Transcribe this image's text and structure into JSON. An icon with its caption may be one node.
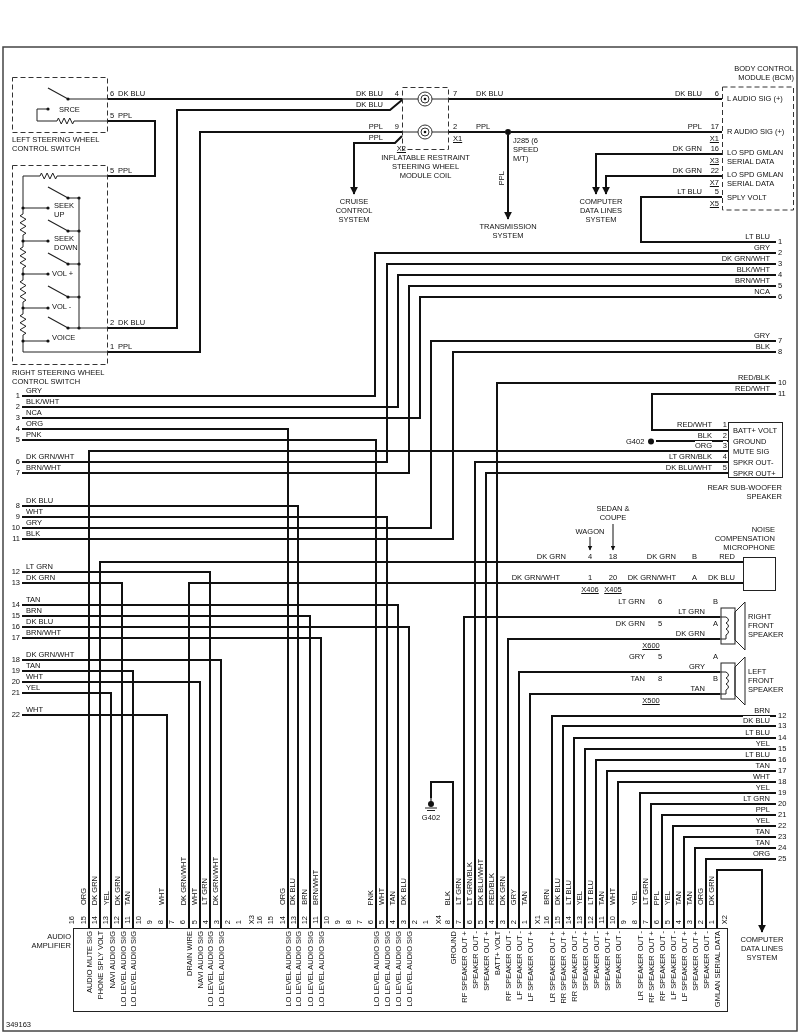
{
  "diagram": {
    "nodes": [
      {
        "text": [
          "SRCE",
          "LEFT STEERING WHEEL CONTROL SWITCH"
        ]
      },
      {
        "text": [
          "SEEK UP",
          "SEEK DOWN",
          "VOL +",
          "VOL -",
          "VOICE",
          "RIGHT STEERING WHEEL CONTROL SWITCH"
        ]
      },
      {
        "text": [
          "INFLATABLE RESTRAINT STEERING WHEEL MODULE COIL"
        ]
      },
      {
        "text": [
          "CRUISE CONTROL SYSTEM"
        ]
      },
      {
        "text": [
          "J285 (6 SPEED M/T)"
        ]
      },
      {
        "text": [
          "TRANSMISSION SYSTEM"
        ]
      },
      {
        "text": [
          "BODY CONTROL MODULE (BCM)",
          "L AUDIO SIG (+)",
          "R AUDIO SIG (+)",
          "LO SPD GMLAN SERIAL DATA",
          "LO SPD GMLAN SERIAL DATA",
          "SPLY VOLT"
        ]
      },
      {
        "text": [
          "COMPUTER DATA LINES SYSTEM"
        ]
      },
      {
        "text": [
          "BATT+ VOLT",
          "GROUND",
          "MUTE SIG",
          "SPKR OUT-",
          "SPKR OUT+",
          "REAR SUB-WOOFER SPEAKER"
        ]
      },
      {
        "text": [
          "G402"
        ]
      },
      {
        "text": [
          "NOISE COMPENSATION MICROPHONE"
        ]
      },
      {
        "text": [
          "RIGHT FRONT SPEAKER"
        ]
      },
      {
        "text": [
          "LEFT FRONT SPEAKER"
        ]
      },
      {
        "text": [
          "G402"
        ]
      },
      {
        "text": [
          "AUDIO AMPLIFIER",
          "AUDIO MUTE SIG",
          "PHONE SPLY VOLT",
          "NAVI AUDIO SIG",
          "LO LEVEL AUDIO SIG",
          "LO LEVEL AUDIO SIG",
          "DRAIN WIRE",
          "NAVI AUDIO SIG",
          "LO LEVEL AUDIO SIG",
          "LO LEVEL AUDIO SIG",
          "LO LEVEL AUDIO SIG",
          "LO LEVEL AUDIO SIG",
          "LO LEVEL AUDIO SIG",
          "LO LEVEL AUDIO SIG",
          "LO LEVEL AUDIO SIG",
          "LO LEVEL AUDIO SIG",
          "LO LEVEL AUDIO SIG",
          "LO LEVEL AUDIO SIG",
          "GROUND",
          "RF SPEAKER OUT +",
          "SPEAKER OUT -",
          "SPEAKER OUT +",
          "BATT+ VOLT",
          "RF SPEAKER OUT -",
          "LF SPEAKER OUT -",
          "LF SPEAKER OUT +",
          "LR SPEAKER OUT +",
          "RR SPEAKER OUT +",
          "RR SPEAKER OUT -",
          "SPEAKER OUT +",
          "SPEAKER OUT -",
          "SPEAKER OUT +",
          "SPEAKER OUT -",
          "LR SPEAKER OUT -",
          "RF SPEAKER OUT +",
          "RF SPEAKER OUT -",
          "LF SPEAKER OUT -",
          "LF SPEAKER OUT +",
          "SPEAKER OUT +",
          "SPEAKER OUT -",
          "GMLAN SERIAL DATA"
        ],
        "beside": [
          "16",
          "15",
          "14",
          "13",
          "12",
          "11",
          "10",
          "9",
          "8",
          "7",
          "6",
          "5",
          "4",
          "3",
          "2",
          "1",
          "X3",
          "16",
          "15",
          "14",
          "13",
          "12",
          "11",
          "10",
          "9",
          "8",
          "7",
          "6",
          "5",
          "4",
          "3",
          "2",
          "1",
          "X4",
          "8",
          "7",
          "6",
          "5",
          "4",
          "3",
          "2",
          "1",
          "X1",
          "16",
          "15",
          "14",
          "13",
          "12",
          "11",
          "10",
          "9",
          "8",
          "7",
          "6",
          "5",
          "4",
          "3",
          "2",
          "1",
          "X2"
        ]
      },
      {
        "text": [
          "COMPUTER DATA LINES SYSTEM"
        ]
      },
      {
        "text": [
          "1"
        ]
      },
      {
        "text": [
          "2"
        ]
      },
      {
        "text": [
          "3"
        ]
      },
      {
        "text": [
          "4"
        ]
      },
      {
        "text": [
          "5"
        ]
      },
      {
        "text": [
          "6"
        ]
      },
      {
        "text": [
          "7"
        ]
      },
      {
        "text": [
          "8"
        ]
      },
      {
        "text": [
          "9"
        ]
      },
      {
        "text": [
          "10"
        ]
      },
      {
        "text": [
          "11"
        ]
      },
      {
        "text": [
          "12"
        ]
      },
      {
        "text": [
          "13"
        ]
      },
      {
        "text": [
          "14"
        ]
      },
      {
        "text": [
          "15"
        ]
      },
      {
        "text": [
          "16"
        ]
      },
      {
        "text": [
          "17"
        ]
      },
      {
        "text": [
          "18"
        ]
      },
      {
        "text": [
          "19"
        ]
      },
      {
        "text": [
          "20"
        ]
      },
      {
        "text": [
          "21"
        ]
      },
      {
        "text": [
          "22"
        ]
      },
      {
        "text": [
          "1"
        ]
      },
      {
        "text": [
          "2"
        ]
      },
      {
        "text": [
          "3"
        ]
      },
      {
        "text": [
          "4"
        ]
      },
      {
        "text": [
          "5"
        ]
      },
      {
        "text": [
          "6"
        ]
      },
      {
        "text": [
          "7"
        ]
      },
      {
        "text": [
          "8"
        ]
      },
      {
        "text": [
          "10"
        ]
      },
      {
        "text": [
          "11"
        ]
      },
      {
        "text": [
          "12"
        ]
      },
      {
        "text": [
          "13"
        ]
      },
      {
        "text": [
          "14"
        ]
      },
      {
        "text": [
          "15"
        ]
      },
      {
        "text": [
          "16"
        ]
      },
      {
        "text": [
          "17"
        ]
      },
      {
        "text": [
          "18"
        ]
      },
      {
        "text": [
          "19"
        ]
      },
      {
        "text": [
          "20"
        ]
      },
      {
        "text": [
          "21"
        ]
      },
      {
        "text": [
          "22"
        ]
      },
      {
        "text": [
          "23"
        ]
      },
      {
        "text": [
          "24"
        ]
      },
      {
        "text": [
          "25"
        ]
      }
    ],
    "edges": [
      {
        "from": 0,
        "to": 1,
        "arrow": "none",
        "label": "PPL"
      },
      {
        "from": 0,
        "to": 2,
        "arrow": "none",
        "label": "DK BLU"
      },
      {
        "from": 1,
        "to": 2,
        "arrow": "none",
        "label": "DK BLU"
      },
      {
        "from": 1,
        "to": 2,
        "arrow": "none",
        "label": "PPL"
      },
      {
        "from": 2,
        "to": 3,
        "arrow": "to",
        "label": "PPL"
      },
      {
        "from": 2,
        "to": 6,
        "arrow": "none",
        "label": "DK BLU"
      },
      {
        "from": 2,
        "to": 4,
        "arrow": "none",
        "label": "PPL"
      },
      {
        "from": 4,
        "to": 6,
        "arrow": "none",
        "label": "PPL"
      },
      {
        "from": 4,
        "to": 5,
        "arrow": "to",
        "label": "PPL"
      },
      {
        "from": 6,
        "to": 7,
        "arrow": "to",
        "label": "DK GRN"
      },
      {
        "from": 6,
        "to": 7,
        "arrow": "to",
        "label": "DK GRN"
      },
      {
        "from": 6,
        "to": 38,
        "arrow": "none",
        "label": "LT BLU"
      },
      {
        "from": 8,
        "to": 47,
        "arrow": "none",
        "label": "RED/WHT"
      },
      {
        "from": 8,
        "to": 9,
        "arrow": "none",
        "label": "BLK"
      },
      {
        "from": 8,
        "to": 14,
        "arrow": "none",
        "label": "ORG"
      },
      {
        "from": 8,
        "to": 14,
        "arrow": "none",
        "label": "LT GRN/BLK"
      },
      {
        "from": 8,
        "to": 14,
        "arrow": "none",
        "label": "DK BLU/WHT"
      },
      {
        "from": 10,
        "to": 14,
        "arrow": "none",
        "label": "RED"
      },
      {
        "from": 10,
        "to": 14,
        "arrow": "none",
        "label": "DK BLU"
      },
      {
        "from": 11,
        "to": 14,
        "arrow": "none",
        "label": "LT GRN"
      },
      {
        "from": 11,
        "to": 14,
        "arrow": "none",
        "label": "DK GRN"
      },
      {
        "from": 12,
        "to": 14,
        "arrow": "none",
        "label": "GRY"
      },
      {
        "from": 12,
        "to": 14,
        "arrow": "none",
        "label": "TAN"
      },
      {
        "from": 14,
        "to": 13,
        "arrow": "none"
      },
      {
        "from": 14,
        "to": 15,
        "arrow": "to"
      },
      {
        "from": 16,
        "to": 39,
        "arrow": "none",
        "label": "GRY"
      },
      {
        "from": 17,
        "to": 41,
        "arrow": "none",
        "label": "BLK/WHT"
      },
      {
        "from": 18,
        "to": 43,
        "arrow": "none",
        "label": "NCA"
      },
      {
        "from": 21,
        "to": 40,
        "arrow": "none",
        "label": "DK GRN/WHT"
      },
      {
        "from": 22,
        "to": 42,
        "arrow": "none",
        "label": "BRN/WHT"
      },
      {
        "from": 25,
        "to": 44,
        "arrow": "none",
        "label": "GRY"
      },
      {
        "from": 26,
        "to": 45,
        "arrow": "none",
        "label": "BLK"
      },
      {
        "from": 19,
        "to": 14,
        "arrow": "none",
        "label": "ORG"
      },
      {
        "from": 20,
        "to": 14,
        "arrow": "none",
        "label": "PNK"
      },
      {
        "from": 23,
        "to": 14,
        "arrow": "none",
        "label": "DK BLU"
      },
      {
        "from": 24,
        "to": 14,
        "arrow": "none",
        "label": "WHT"
      },
      {
        "from": 27,
        "to": 14,
        "arrow": "none",
        "label": "LT GRN"
      },
      {
        "from": 28,
        "to": 14,
        "arrow": "none",
        "label": "DK GRN"
      },
      {
        "from": 29,
        "to": 14,
        "arrow": "none",
        "label": "TAN"
      },
      {
        "from": 30,
        "to": 14,
        "arrow": "none",
        "label": "BRN"
      },
      {
        "from": 31,
        "to": 14,
        "arrow": "none",
        "label": "DK BLU"
      },
      {
        "from": 32,
        "to": 14,
        "arrow": "none",
        "label": "BRN/WHT"
      },
      {
        "from": 33,
        "to": 14,
        "arrow": "none",
        "label": "DK GRN/WHT"
      },
      {
        "from": 34,
        "to": 14,
        "arrow": "none",
        "label": "TAN"
      },
      {
        "from": 35,
        "to": 14,
        "arrow": "none",
        "label": "WHT"
      },
      {
        "from": 36,
        "to": 14,
        "arrow": "none",
        "label": "YEL"
      },
      {
        "from": 37,
        "to": 14,
        "arrow": "none",
        "label": "WHT"
      },
      {
        "from": 46,
        "to": 14,
        "arrow": "none",
        "label": "RED/BLK"
      },
      {
        "from": 48,
        "to": 14,
        "arrow": "none",
        "label": "BRN"
      },
      {
        "from": 49,
        "to": 14,
        "arrow": "none",
        "label": "DK BLU"
      },
      {
        "from": 50,
        "to": 14,
        "arrow": "none",
        "label": "LT BLU"
      },
      {
        "from": 51,
        "to": 14,
        "arrow": "none",
        "label": "YEL"
      },
      {
        "from": 52,
        "to": 14,
        "arrow": "none",
        "label": "LT BLU"
      },
      {
        "from": 53,
        "to": 14,
        "arrow": "none",
        "label": "TAN"
      },
      {
        "from": 54,
        "to": 14,
        "arrow": "none",
        "label": "WHT"
      },
      {
        "from": 55,
        "to": 14,
        "arrow": "none",
        "label": "YEL"
      },
      {
        "from": 56,
        "to": 14,
        "arrow": "none",
        "label": "LT GRN"
      },
      {
        "from": 57,
        "to": 14,
        "arrow": "none",
        "label": "PPL"
      },
      {
        "from": 58,
        "to": 14,
        "arrow": "none",
        "label": "YEL"
      },
      {
        "from": 59,
        "to": 14,
        "arrow": "none",
        "label": "TAN"
      },
      {
        "from": 60,
        "to": 14,
        "arrow": "none",
        "label": "TAN"
      },
      {
        "from": 61,
        "to": 14,
        "arrow": "none",
        "label": "ORG"
      }
    ],
    "labels": [
      "6",
      "5",
      "5",
      "PPL",
      "2",
      "1",
      "DK BLU",
      "4",
      "DK BLU",
      "PPL",
      "9",
      "X2",
      "7",
      "2",
      "X1",
      "DK BLU",
      "6",
      "17",
      "X1",
      "16",
      "X3",
      "22",
      "X7",
      "5",
      "X5",
      "LT BLU",
      "GRY",
      "DK GRN/WHT",
      "BLK/WHT",
      "BRN/WHT",
      "NCA",
      "GRY",
      "BLK",
      "RED/WHT",
      "1",
      "2",
      "3",
      "4",
      "5",
      "SEDAN & COUPE",
      "WAGON",
      "DK GRN",
      "4",
      "18",
      "DK GRN",
      "B",
      "DK GRN/WHT",
      "1",
      "20",
      "DK GRN/WHT",
      "A",
      "X406",
      "X405",
      "LT GRN",
      "6",
      "B",
      "DK GRN",
      "5",
      "A",
      "X600",
      "GRY",
      "5",
      "A",
      "TAN",
      "8",
      "B",
      "X500",
      "ORG",
      "DK GRN",
      "YEL",
      "DK GRN",
      "TAN",
      "WHT",
      "DK GRN/WHT",
      "WHT",
      "LT GRN",
      "DK GRN/WHT",
      "ORG",
      "DK BLU",
      "BRN",
      "BRN/WHT",
      "PNK",
      "WHT",
      "TAN",
      "DK BLU",
      "BLK",
      "LT GRN",
      "LT GRN/BLK",
      "DK BLU/WHT",
      "RED/BLK",
      "DK GRN",
      "GRY",
      "TAN",
      "BRN",
      "DK BLU",
      "LT BLU",
      "YEL",
      "LT BLU",
      "TAN",
      "WHT",
      "YEL",
      "LT GRN",
      "PPL",
      "YEL",
      "TAN",
      "TAN",
      "ORG",
      "DK GRN",
      "349163"
    ]
  }
}
